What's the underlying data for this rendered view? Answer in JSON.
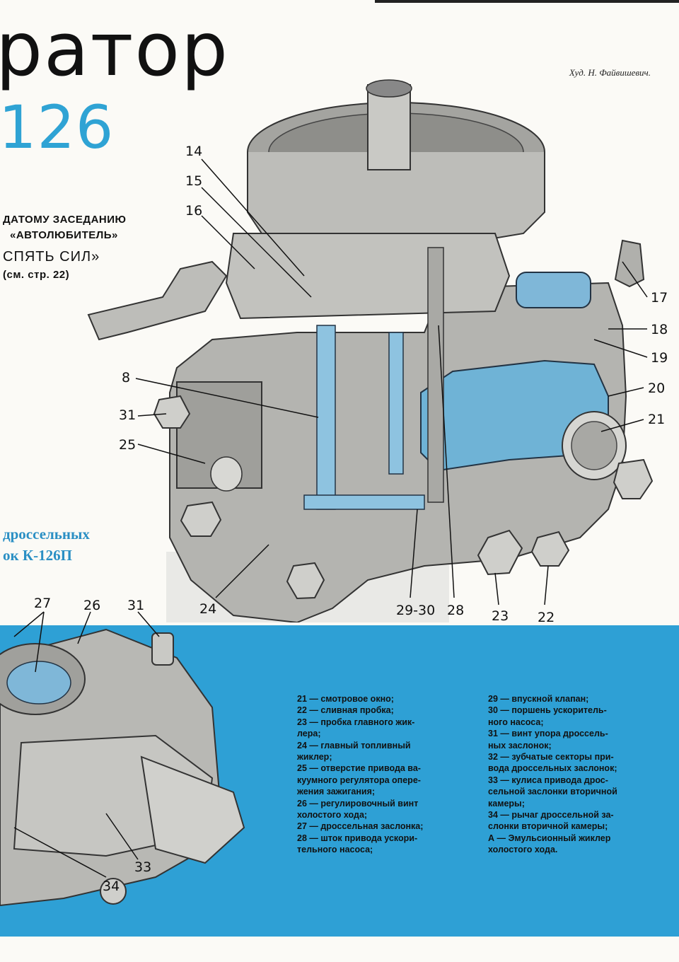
{
  "header": {
    "title_word": "ратор",
    "model": "126",
    "credit": "Худ. Н. Файвишевич."
  },
  "dedication": {
    "line1": "ДАТОМУ ЗАСЕДАНИЮ",
    "line2": "«АВТОЛЮБИТЕЛЬ»",
    "line3": "СПЯТЬ СИЛ»",
    "line4": "(см. стр. 22)"
  },
  "side_caption": {
    "line1": "дроссельных",
    "line2": "ок К-126П"
  },
  "callouts": [
    "14",
    "15",
    "16",
    "17",
    "18",
    "19",
    "20",
    "21",
    "8",
    "31",
    "25",
    "24",
    "29-30",
    "28",
    "23",
    "22",
    "27",
    "26",
    "31",
    "33",
    "34"
  ],
  "legend_left": [
    "21 — смотровое окно;",
    "22 — сливная пробка;",
    "23 — пробка главного жик-",
    "лера;",
    "24 — главный топливный",
    "жиклер;",
    "25 — отверстие привода ва-",
    "куумного регулятора опере-",
    "жения зажигания;",
    "26 — регулировочный винт",
    "холостого хода;",
    "27 — дроссельная заслонка;",
    "28 — шток привода ускори-",
    "тельного насоса;"
  ],
  "legend_right": [
    "29 — впускной клапан;",
    "30 — поршень ускоритель-",
    "ного насоса;",
    "31 — винт упора дроссель-",
    "ных заслонок;",
    "32 — зубчатые секторы при-",
    "вода дроссельных заслонок;",
    "33 — кулиса привода дрос-",
    "сельной заслонки вторичной",
    "камеры;",
    "34 — рычаг дроссельной за-",
    "слонки вторичной камеры;",
    "А — Эмульсионный жиклер",
    "холостого хода."
  ],
  "colors": {
    "accent_blue": "#2ea0d5",
    "title_blue": "#2fa3d4"
  }
}
